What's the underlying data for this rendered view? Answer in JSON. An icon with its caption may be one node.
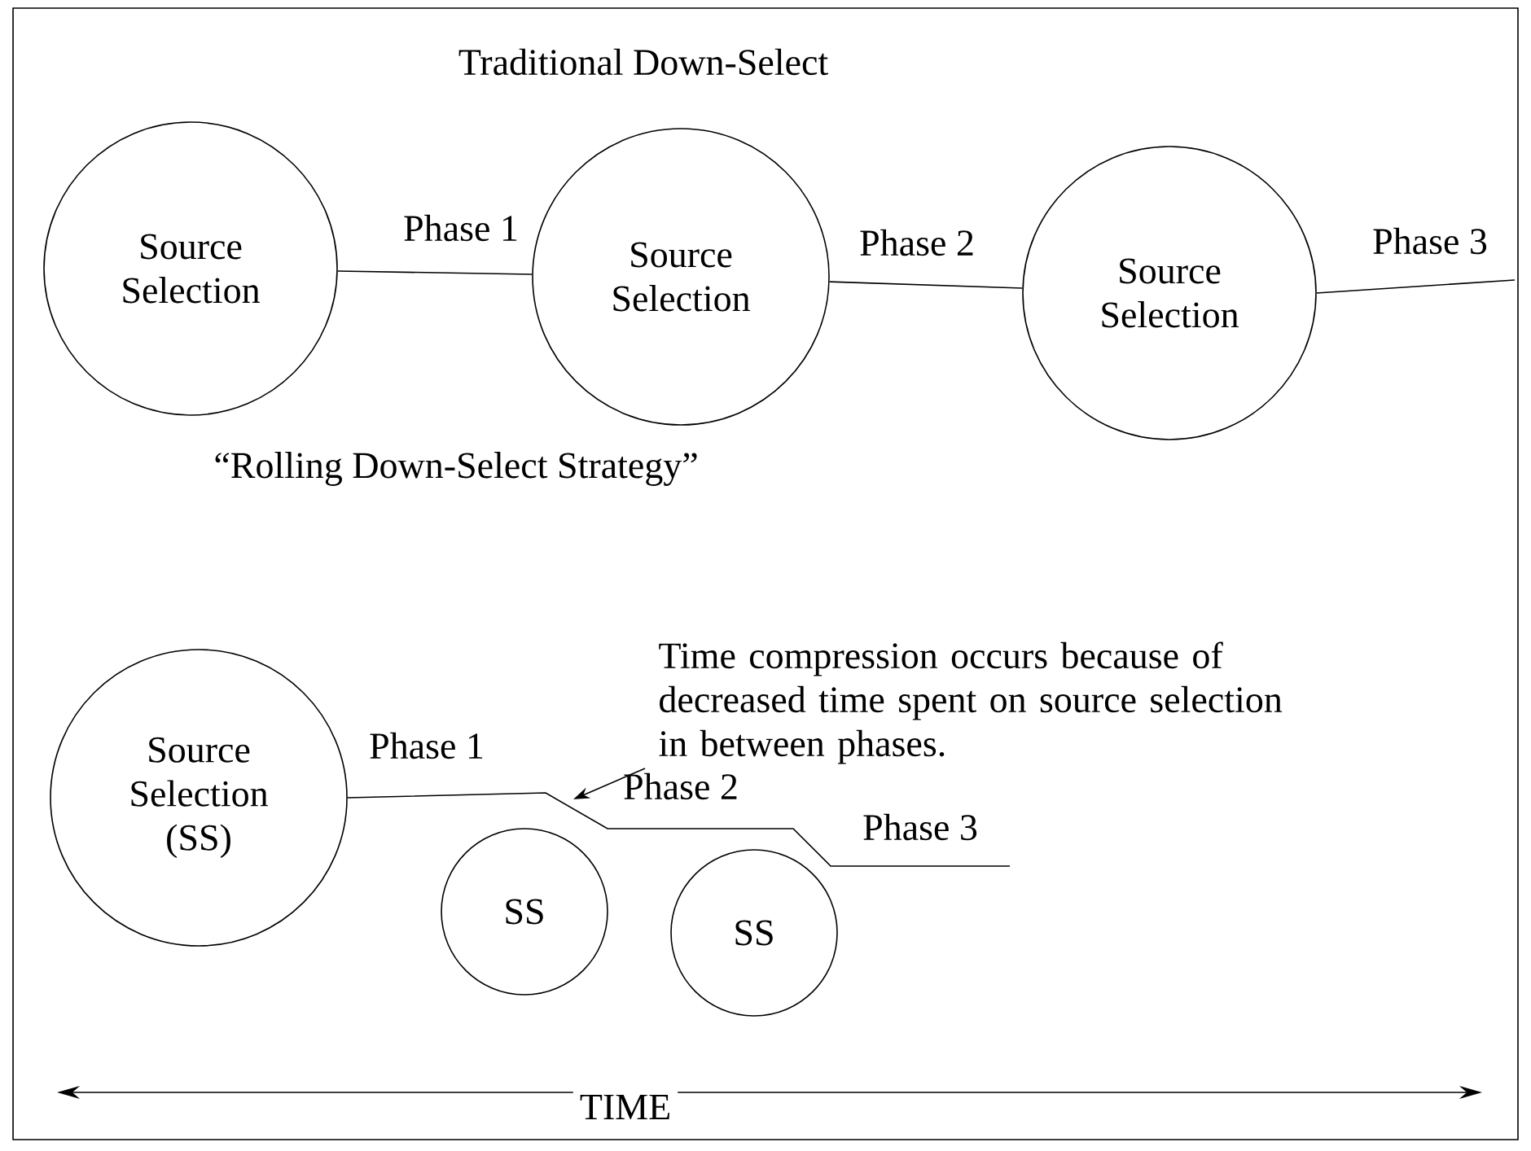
{
  "diagram": {
    "title": "Traditional Down-Select",
    "nodes": [
      {
        "text": [
          "Source Selection"
        ]
      },
      {
        "text": [
          "Source Selection"
        ]
      },
      {
        "text": [
          "Source Selection"
        ]
      },
      {
        "text": [
          "Source Selection (SS)"
        ]
      },
      {
        "text": [
          "SS"
        ]
      },
      {
        "text": [
          "SS"
        ]
      },
      {
        "text": [
          "Time compression occurs because of decreased time spent on source selection in between phases."
        ]
      }
    ],
    "edges": [
      {
        "from": 0,
        "to": 1,
        "arrow": "none",
        "label": "Phase 1"
      },
      {
        "from": 1,
        "to": 2,
        "arrow": "none",
        "label": "Phase 2"
      },
      {
        "from": 2,
        "to": null,
        "arrow": "none",
        "label": "Phase 3"
      },
      {
        "from": 3,
        "to": null,
        "arrow": "none"
      },
      {
        "from": 6,
        "to": null,
        "arrow": "to"
      }
    ],
    "labels": [
      "“Rolling Down-Select Strategy”",
      "Phase 1",
      "Phase 2",
      "Phase 3",
      "TIME"
    ]
  }
}
